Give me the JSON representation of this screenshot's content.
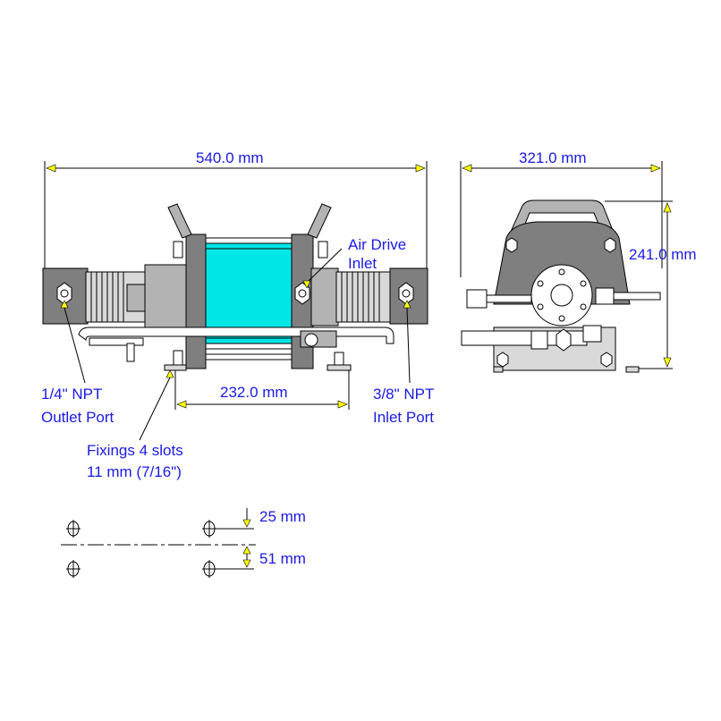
{
  "dimensions": {
    "overall_length": "540.0 mm",
    "overall_width": "321.0 mm",
    "overall_height": "241.0 mm",
    "fixing_span": "232.0 mm",
    "slot_offset_top": "25 mm",
    "slot_offset_bottom": "51 mm"
  },
  "labels": {
    "air_drive_line1": "Air Drive",
    "air_drive_line2": "Inlet",
    "outlet_line1": "1/4\" NPT",
    "outlet_line2": "Outlet Port",
    "inlet_line1": "3/8\" NPT",
    "inlet_line2": "Inlet Port",
    "fixings_line1": "Fixings  4 slots",
    "fixings_line2": "11 mm (7/16\")"
  },
  "colors": {
    "label_text": "#1a1ae6",
    "body_grey": "#b3b3b3",
    "dark_grey": "#7f7f7f",
    "cylinder_cyan": "#00e6e6",
    "arrow_yellow": "#ffff00"
  }
}
